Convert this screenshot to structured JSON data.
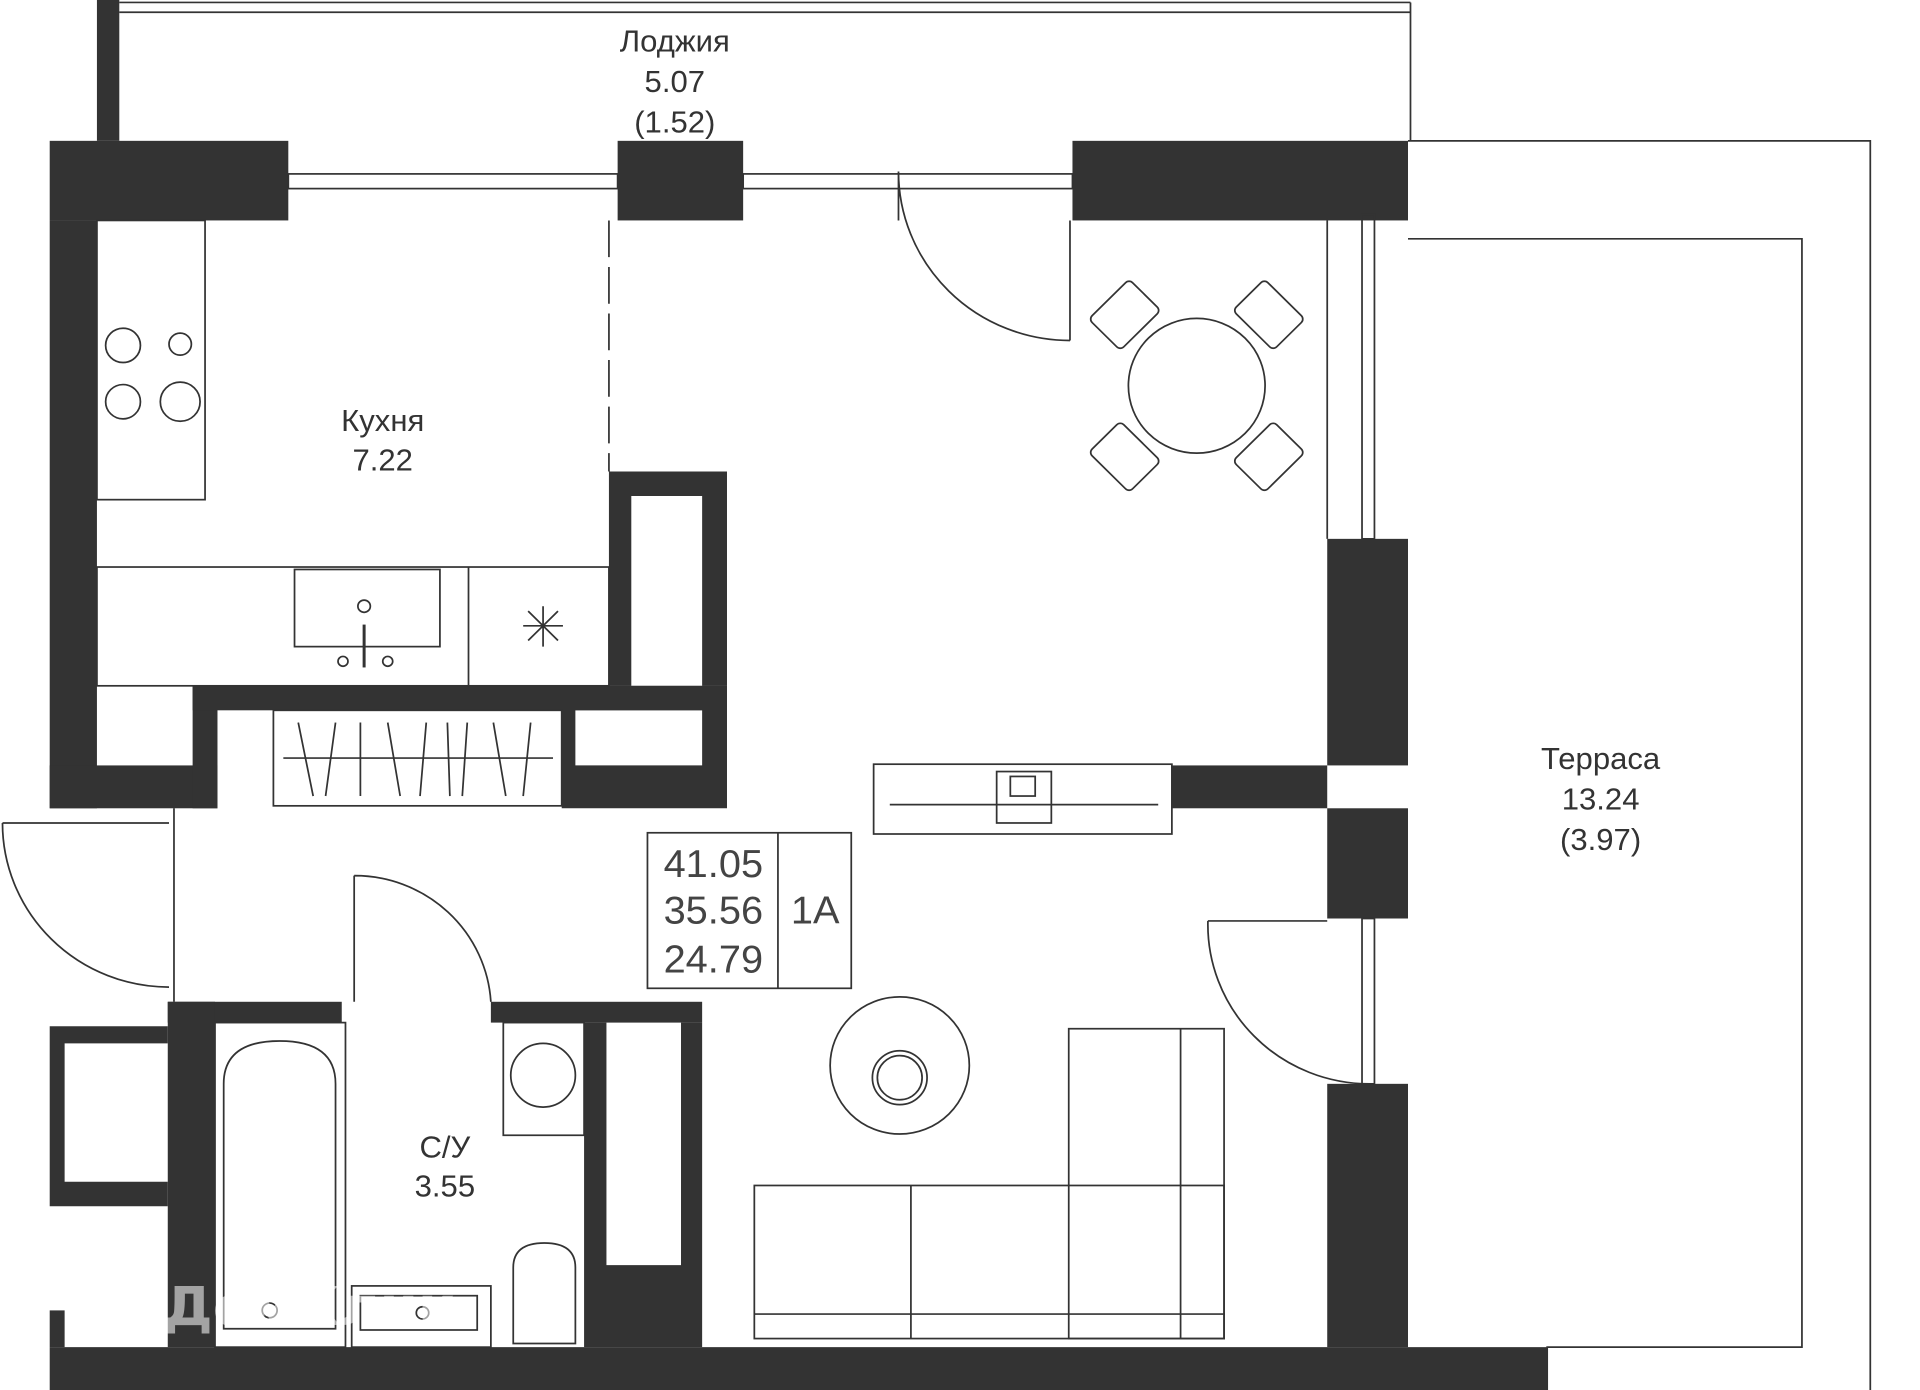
{
  "rooms": {
    "loggia": {
      "name": "Лоджия",
      "area": "5.07",
      "reduced_area": "(1.52)"
    },
    "kitchen": {
      "name": "Кухня",
      "area": "7.22"
    },
    "terrace": {
      "name": "Терраса",
      "area": "13.24",
      "reduced_area": "(3.97)"
    },
    "bathroom": {
      "name": "С/У",
      "area": "3.55"
    }
  },
  "summary": {
    "total_area": "41.05",
    "area_without_balconies": "35.56",
    "living_area": "24.79",
    "apartment_type": "1А"
  },
  "watermark": "ДомКлик"
}
